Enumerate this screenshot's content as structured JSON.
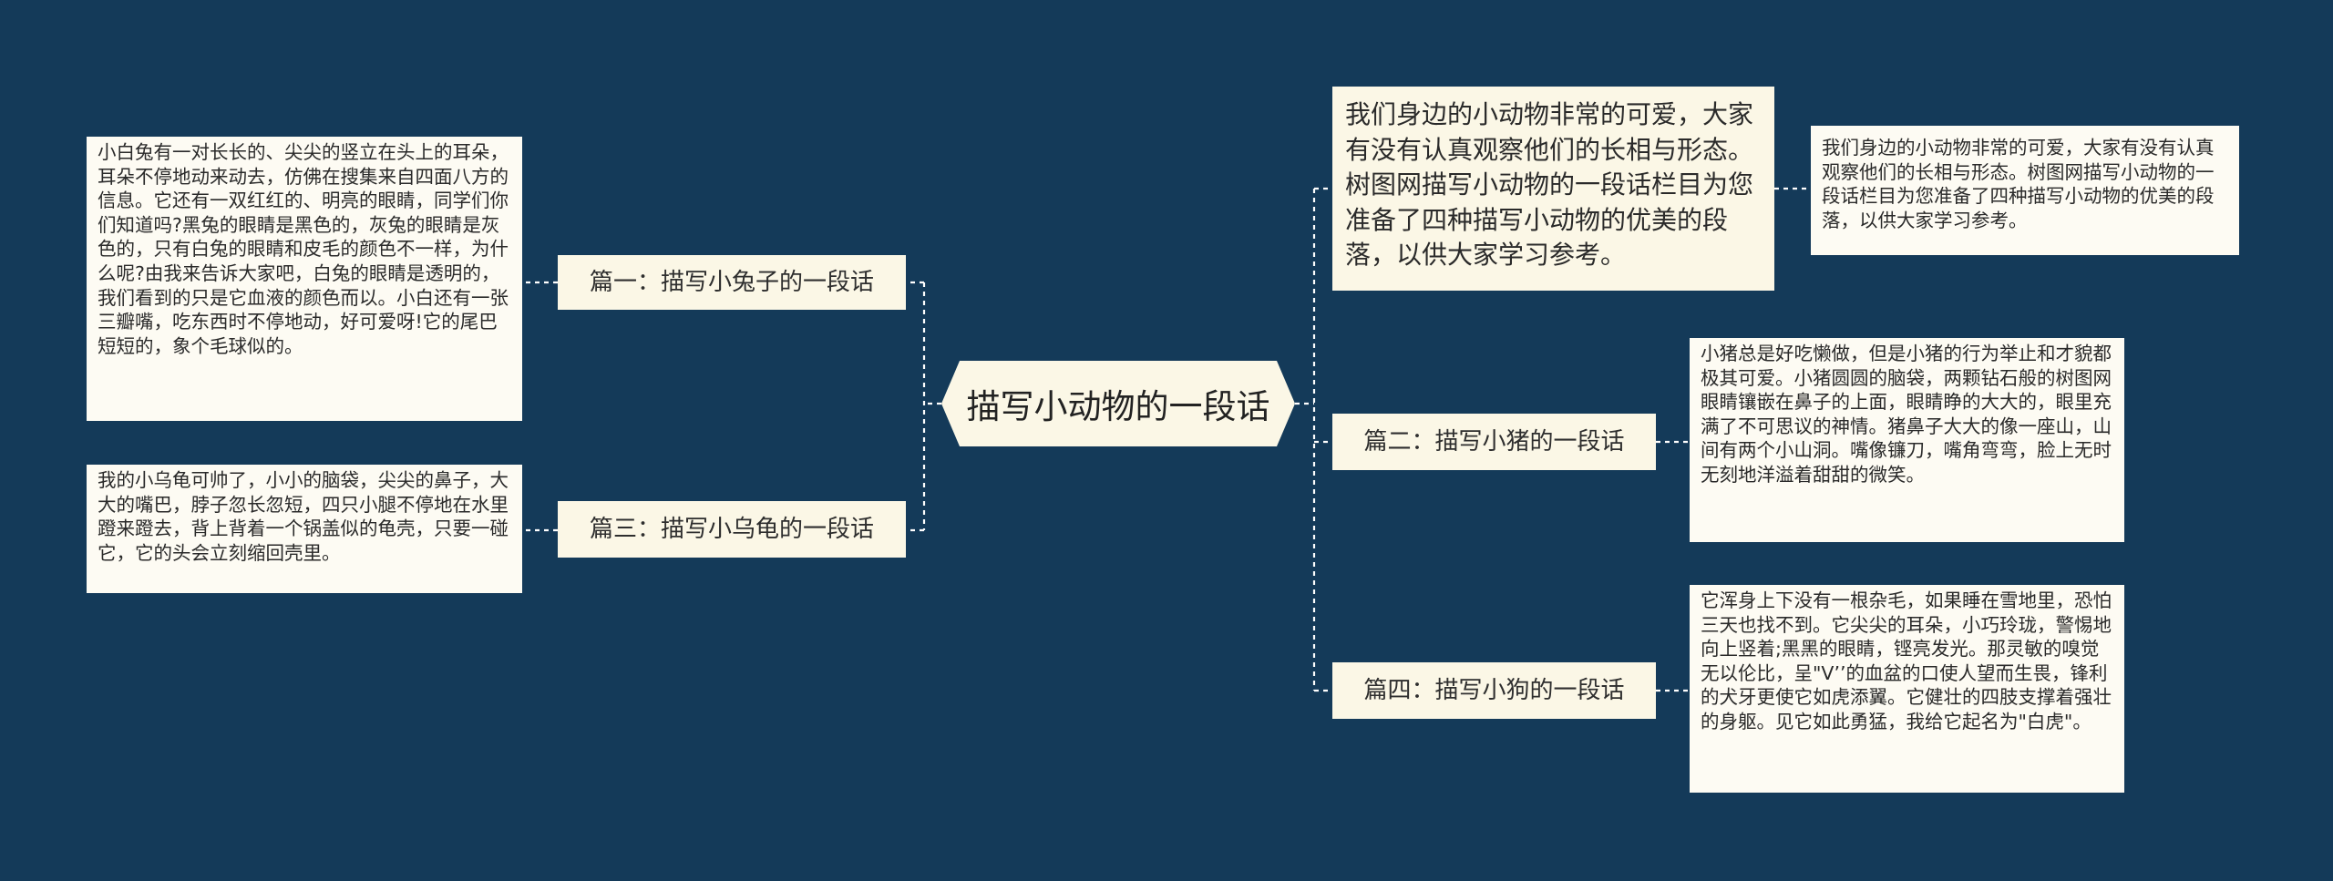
{
  "diagram": {
    "center": {
      "label": "描写小动物的一段话"
    },
    "intro": {
      "main_text": "我们身边的小动物非常的可爱，大家有没有认真观察他们的长相与形态。树图网描写小动物的一段话栏目为您准备了四种描写小动物的优美的段落，以供大家学习参考。",
      "detail_text": "我们身边的小动物非常的可爱，大家有没有认真观察他们的长相与形态。树图网描写小动物的一段话栏目为您准备了四种描写小动物的优美的段落，以供大家学习参考。"
    },
    "branches": [
      {
        "label": "篇一：描写小兔子的一段话",
        "detail": "小白兔有一对长长的、尖尖的竖立在头上的耳朵，耳朵不停地动来动去，仿佛在搜集来自四面八方的信息。它还有一双红红的、明亮的眼睛，同学们你们知道吗?黑兔的眼睛是黑色的，灰兔的眼睛是灰色的，只有白兔的眼睛和皮毛的颜色不一样，为什么呢?由我来告诉大家吧，白兔的眼睛是透明的，我们看到的只是它血液的颜色而以。小白还有一张三瓣嘴，吃东西时不停地动，好可爱呀!它的尾巴短短的，象个毛球似的。"
      },
      {
        "label": "篇三：描写小乌龟的一段话",
        "detail": "我的小乌龟可帅了，小小的脑袋，尖尖的鼻子，大大的嘴巴，脖子忽长忽短，四只小腿不停地在水里蹬来蹬去，背上背着一个锅盖似的龟壳，只要一碰它，它的头会立刻缩回壳里。"
      },
      {
        "label": "篇二：描写小猪的一段话",
        "detail": "小猪总是好吃懒做，但是小猪的行为举止和才貌都极其可爱。小猪圆圆的脑袋，两颗钻石般的树图网眼睛镶嵌在鼻子的上面，眼睛睁的大大的，眼里充满了不可思议的神情。猪鼻子大大的像一座山，山间有两个小山洞。嘴像镰刀，嘴角弯弯，脸上无时无刻地洋溢着甜甜的微笑。"
      },
      {
        "label": "篇四：描写小狗的一段话",
        "detail": "它浑身上下没有一根杂毛，如果睡在雪地里，恐怕三天也找不到。它尖尖的耳朵，小巧玲珑，警惕地向上竖着;黑黑的眼睛，铿亮发光。那灵敏的嗅觉无以伦比，呈\"V’’的血盆的口使人望而生畏，锋利的犬牙更使它如虎添翼。它健壮的四肢支撑着强壮的身躯。见它如此勇猛，我给它起名为\"白虎\"。"
      }
    ]
  },
  "colors": {
    "background": "#143a59",
    "node_fill": "#fbf7e6",
    "leaf_fill": "#fdfbf3",
    "connector": "#ffffff"
  }
}
